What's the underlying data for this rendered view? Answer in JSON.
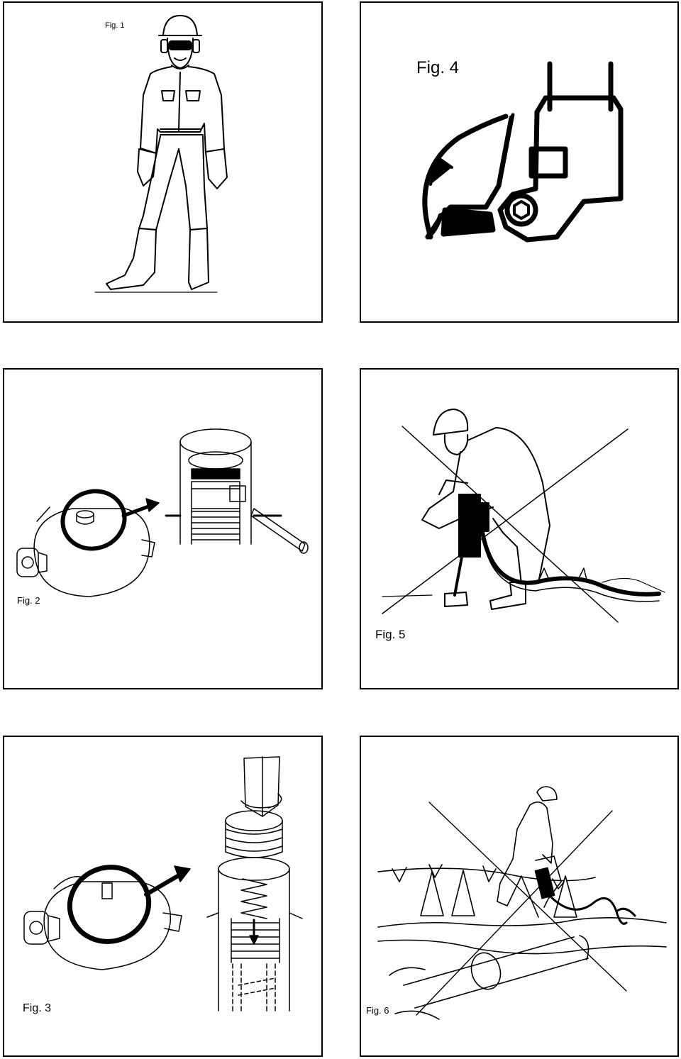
{
  "figures": {
    "fig1": {
      "caption": "Fig. 1"
    },
    "fig2": {
      "caption": "Fig. 2"
    },
    "fig3": {
      "caption": "Fig. 3"
    },
    "fig4": {
      "caption": "Fig. 4"
    },
    "fig5": {
      "caption": "Fig. 5"
    },
    "fig6": {
      "caption": "Fig. 6"
    }
  }
}
